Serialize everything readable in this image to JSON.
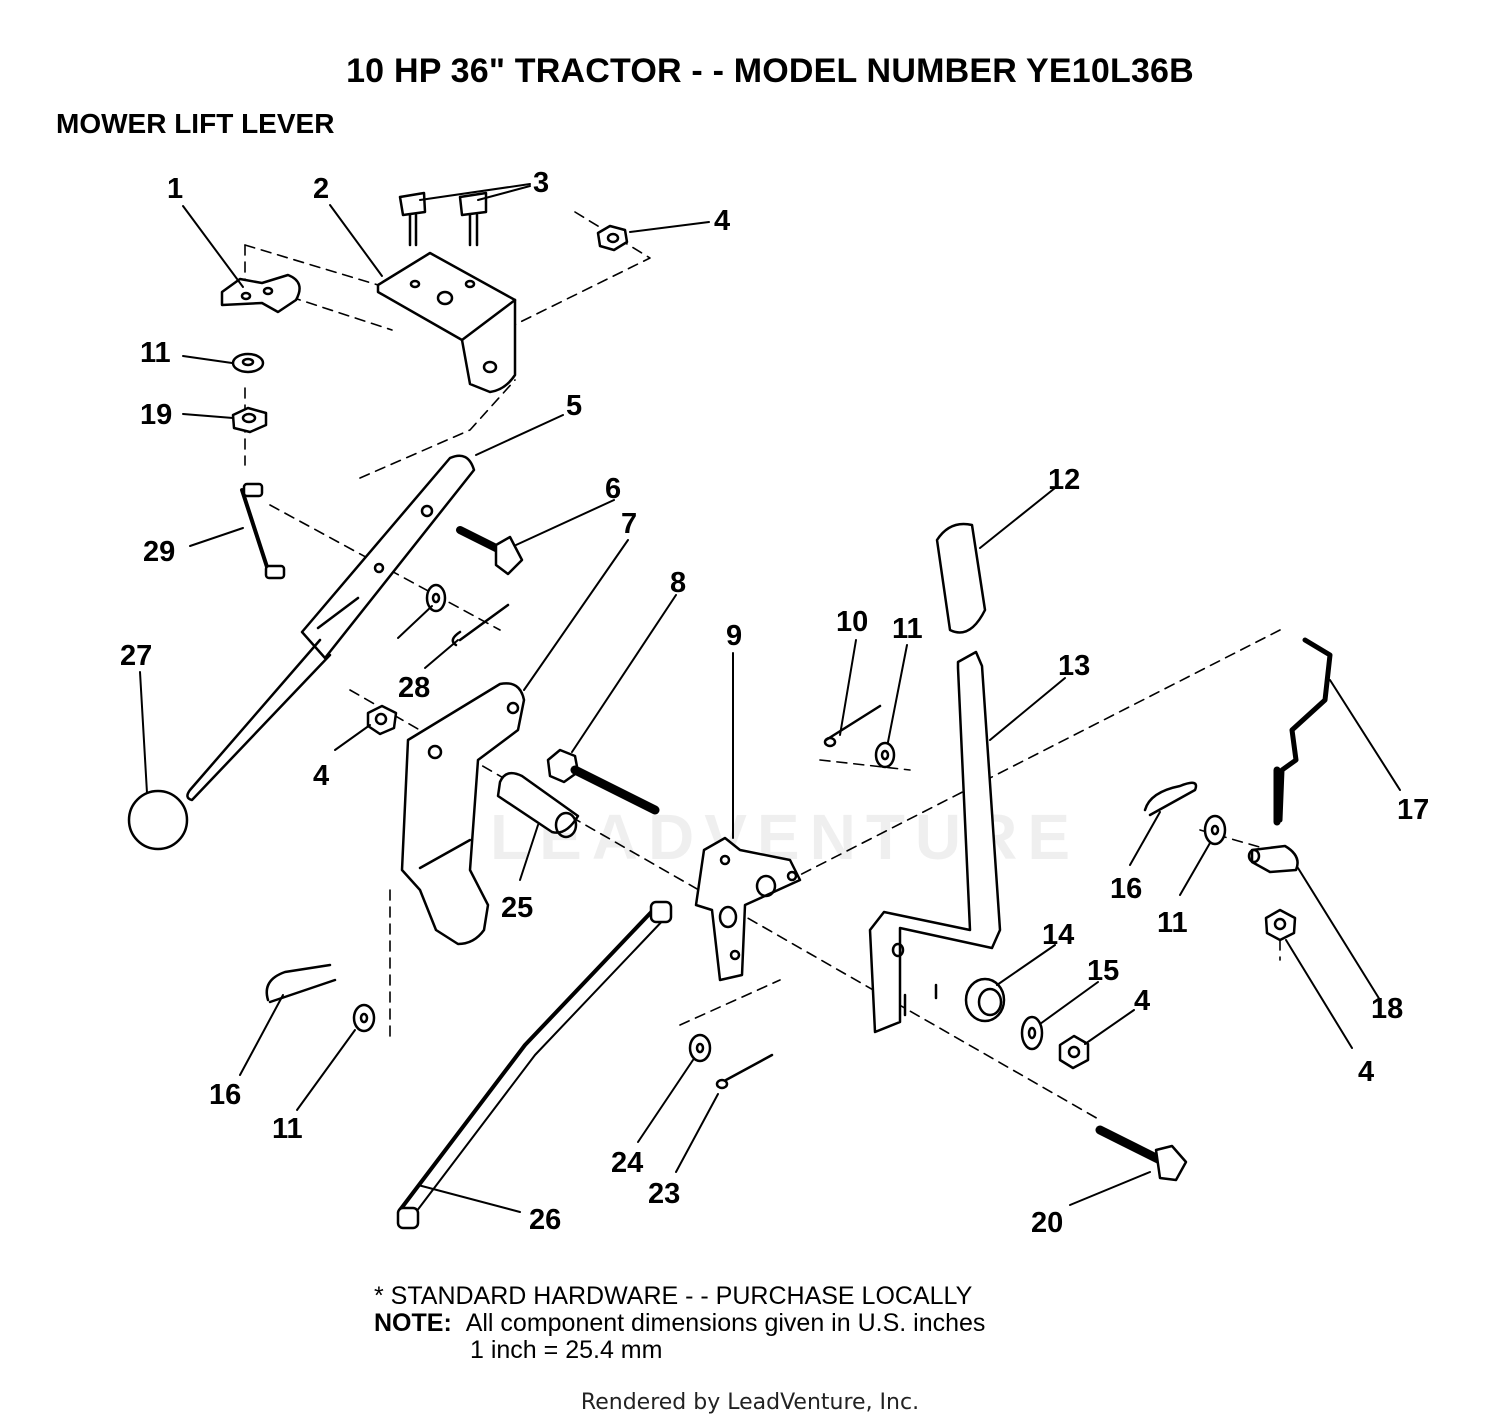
{
  "title": "10 HP 36\" TRACTOR - - MODEL NUMBER YE10L36B",
  "section": "MOWER LIFT LEVER",
  "callouts": [
    "1",
    "2",
    "3",
    "4",
    "11",
    "19",
    "5",
    "6",
    "29",
    "7",
    "12",
    "8",
    "27",
    "28",
    "9",
    "10",
    "11",
    "13",
    "17",
    "4",
    "25",
    "16",
    "11",
    "14",
    "15",
    "4",
    "18",
    "16",
    "11",
    "24",
    "23",
    "26",
    "20",
    "4"
  ],
  "footnote": {
    "line1": "* STANDARD HARDWARE - - PURCHASE LOCALLY",
    "note_label": "NOTE:",
    "line2": "All component dimensions given in U.S. inches",
    "line3": "1 inch = 25.4 mm"
  },
  "footer": "Rendered by LeadVenture, Inc.",
  "watermark": "LEADVENTURE"
}
